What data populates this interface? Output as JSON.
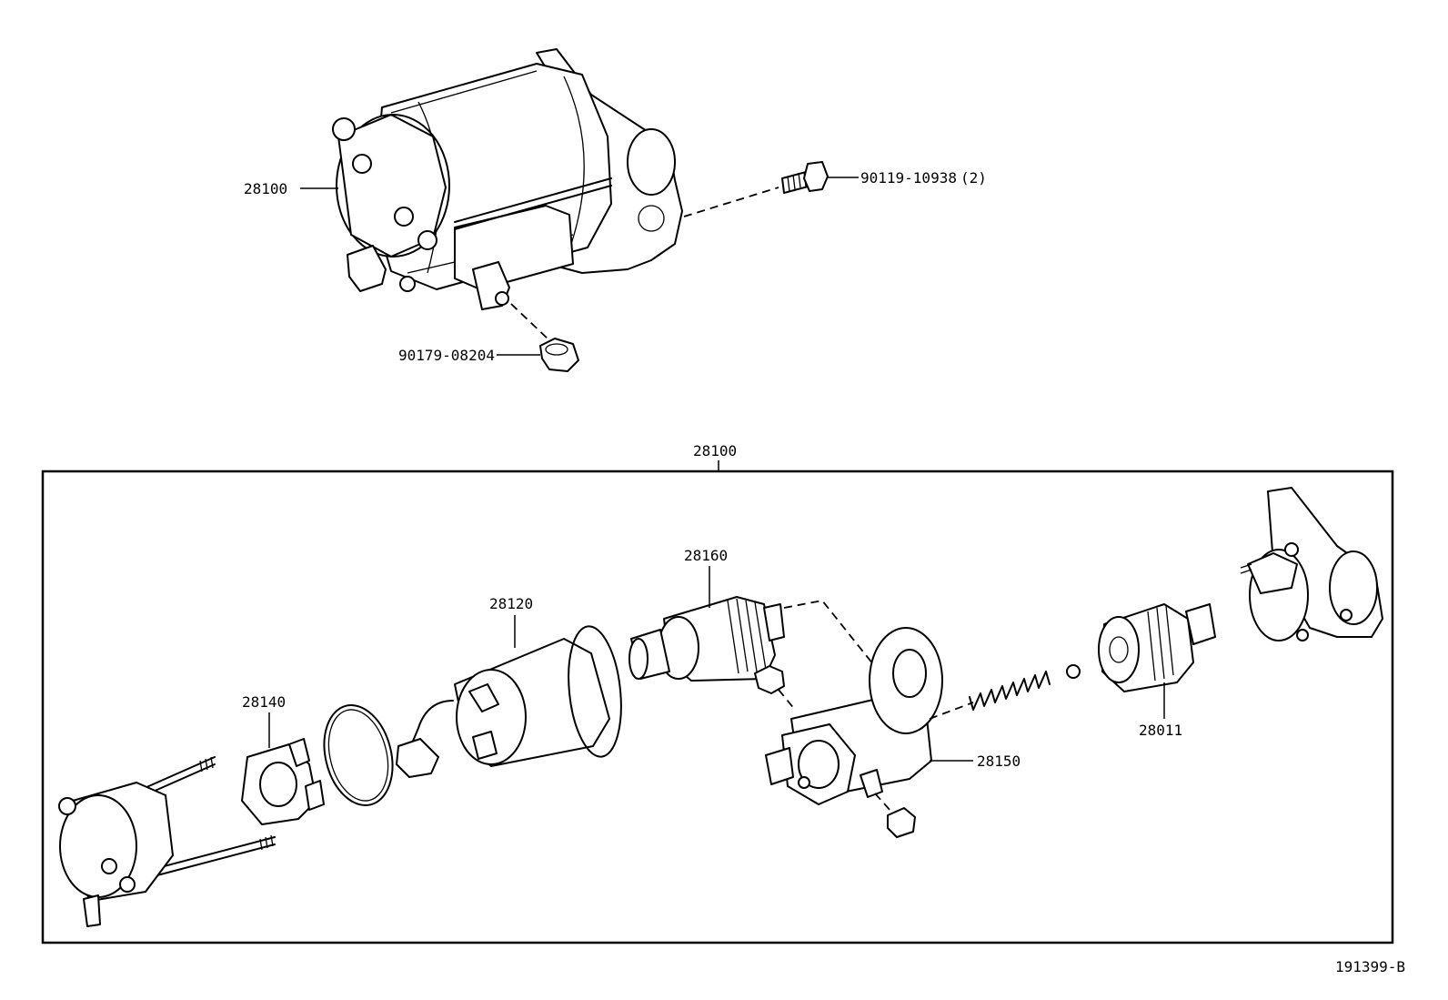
{
  "labels": {
    "starter_assy_top": "28100",
    "bolt": "90119-10938",
    "bolt_qty": "(2)",
    "nut": "90179-08204",
    "starter_assy_box": "28100",
    "armature": "28160",
    "yoke": "28120",
    "brush_holder": "28140",
    "housing": "28150",
    "clutch": "28011",
    "figure_id": "191399-B"
  }
}
